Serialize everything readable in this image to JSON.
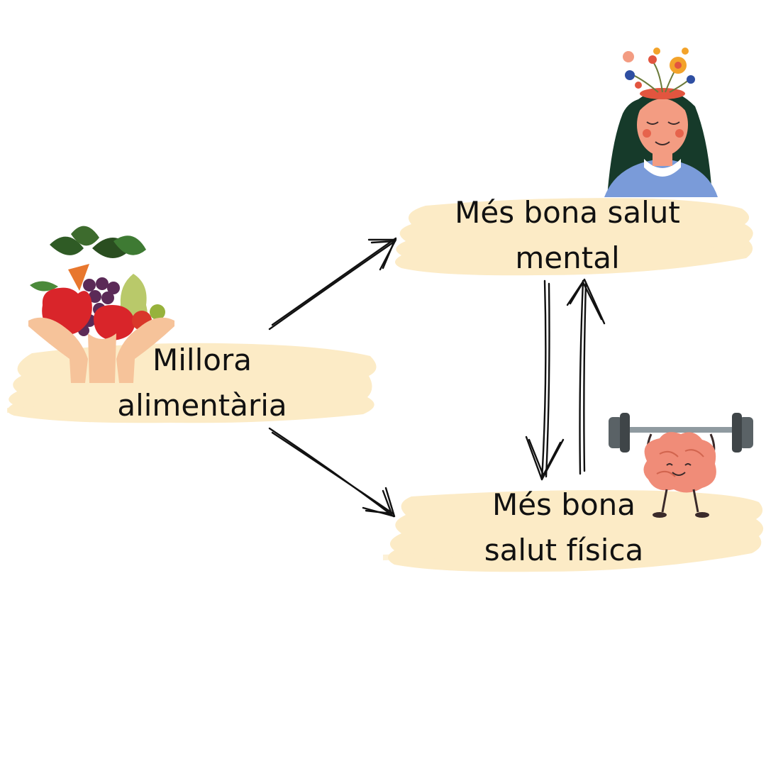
{
  "diagram": {
    "nodes": [
      {
        "id": "food",
        "lines": [
          "Millora",
          "alimentària"
        ]
      },
      {
        "id": "mental",
        "lines": [
          "Més bona salut",
          "mental"
        ]
      },
      {
        "id": "physical",
        "lines": [
          "Més bona",
          "salut física"
        ]
      }
    ],
    "edges": [
      {
        "from": "food",
        "to": "mental"
      },
      {
        "from": "food",
        "to": "physical"
      },
      {
        "from": "mental",
        "to": "physical"
      },
      {
        "from": "physical",
        "to": "mental"
      }
    ]
  },
  "icons": {
    "food": "fruit-basket-hands-icon",
    "mental": "woman-flowers-head-icon",
    "physical": "brain-lifting-weights-icon"
  },
  "colors": {
    "highlight": "#fcebc6",
    "text": "#111111",
    "arrow": "#111111"
  }
}
